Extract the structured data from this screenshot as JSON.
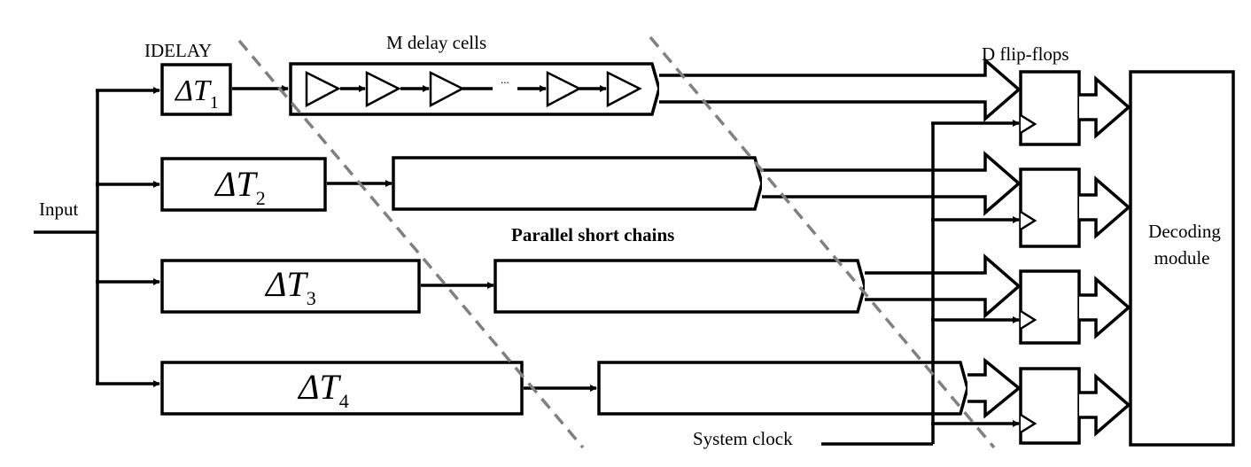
{
  "labels": {
    "idelay": "IDELAY",
    "m_delay_cells": "M delay cells",
    "d_flip_flops": "D flip-flops",
    "input": "Input",
    "parallel_short_chains": "Parallel short chains",
    "decoding_line1": "Decoding",
    "decoding_line2": "module",
    "system_clock": "System clock",
    "ellipsis": "..."
  },
  "delay_elements": [
    {
      "symbol": "ΔT",
      "index": "1"
    },
    {
      "symbol": "ΔT",
      "index": "2"
    },
    {
      "symbol": "ΔT",
      "index": "3"
    },
    {
      "symbol": "ΔT",
      "index": "4"
    }
  ]
}
